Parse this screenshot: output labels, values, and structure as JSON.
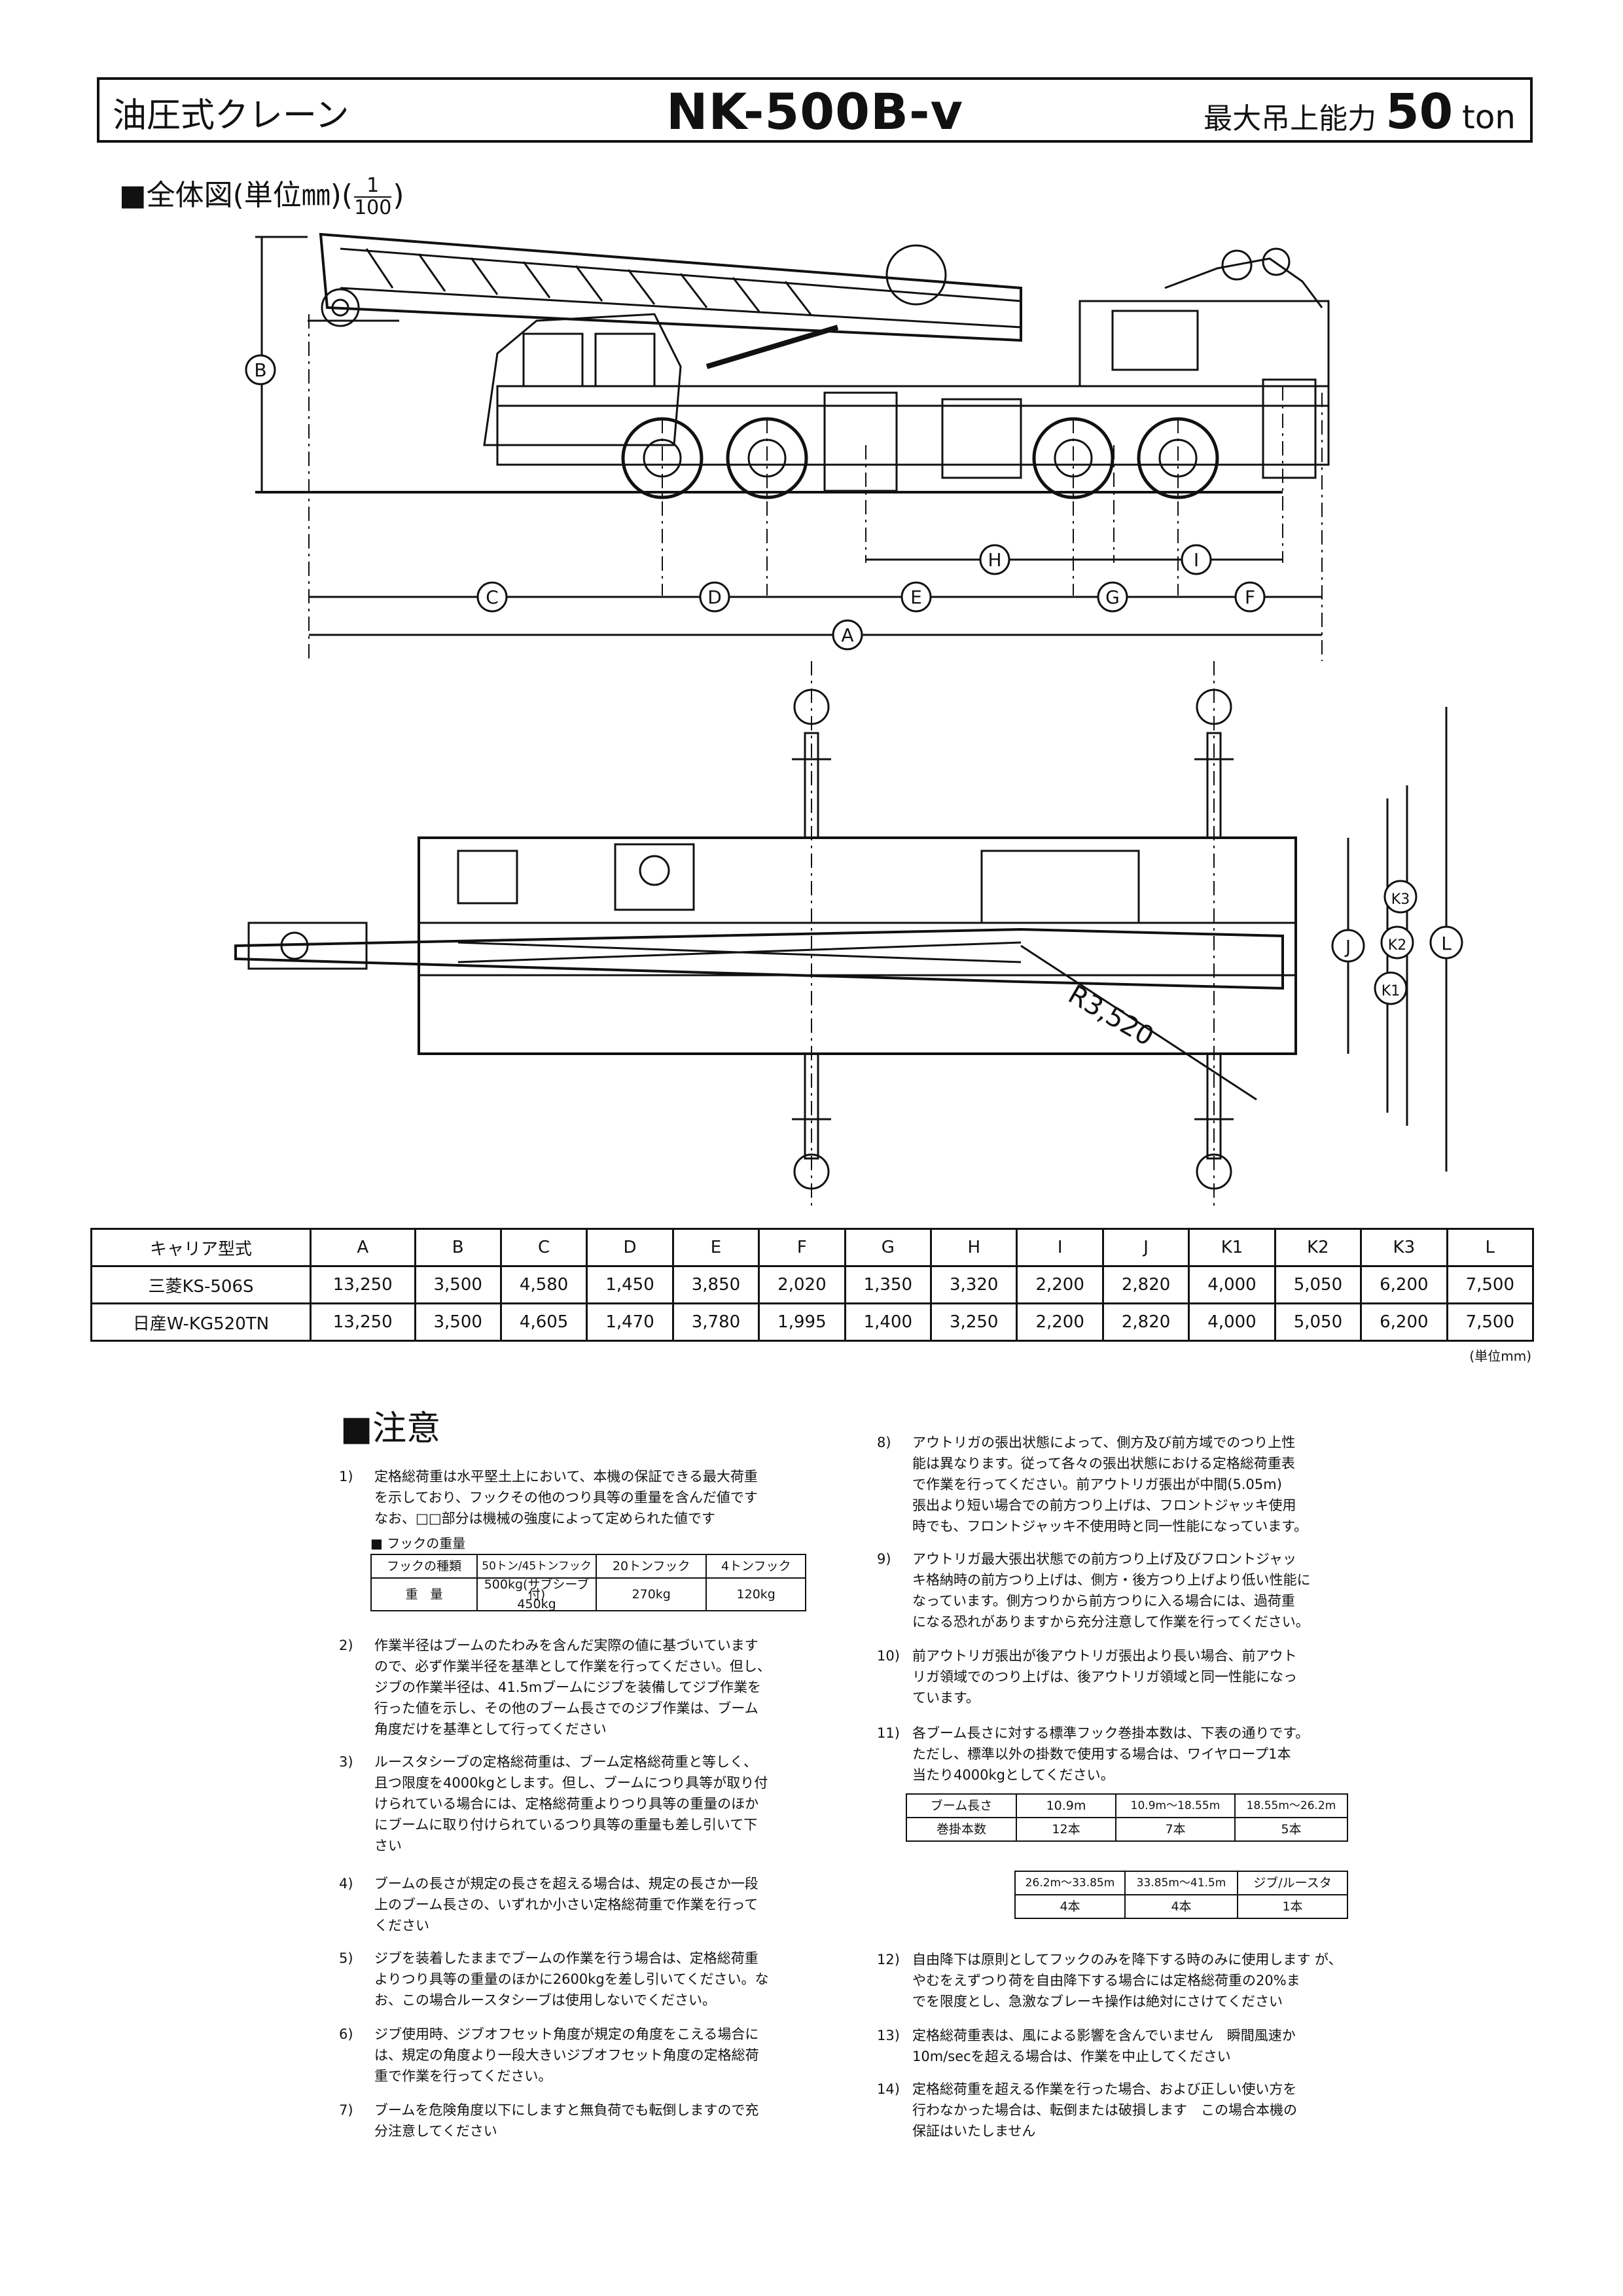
{
  "header": {
    "left": "油圧式クレーン",
    "model": "NK-500B-v",
    "capacity_label": "最大吊上能力",
    "capacity_value": "50",
    "capacity_unit": "ton"
  },
  "drawing": {
    "label": "■全体図(単位㎜)(",
    "scale_num": "1",
    "scale_den": "100",
    "label_end": ")",
    "dims_side": [
      "A",
      "B",
      "C",
      "D",
      "E",
      "F",
      "G",
      "H",
      "I"
    ],
    "dims_top": [
      "J",
      "K1",
      "K2",
      "K3",
      "L"
    ],
    "radius": "R3,520"
  },
  "spec_table": {
    "headers": [
      "キャリア型式",
      "A",
      "B",
      "C",
      "D",
      "E",
      "F",
      "G",
      "H",
      "I",
      "J",
      "K1",
      "K2",
      "K3",
      "L"
    ],
    "rows": [
      [
        "三菱KS-506S",
        "13,250",
        "3,500",
        "4,580",
        "1,450",
        "3,850",
        "2,020",
        "1,350",
        "3,320",
        "2,200",
        "2,820",
        "4,000",
        "5,050",
        "6,200",
        "7,500"
      ],
      [
        "日産W-KG520TN",
        "13,250",
        "3,500",
        "4,605",
        "1,470",
        "3,780",
        "1,995",
        "1,400",
        "3,250",
        "2,200",
        "2,820",
        "4,000",
        "5,050",
        "6,200",
        "7,500"
      ]
    ],
    "unit": "(単位mm)"
  },
  "notes": {
    "title": "■注意",
    "n1": {
      "num": "1)",
      "text": "定格総荷重は水平堅土上において、本機の保証できる最大荷重\nを示しており、フックその他のつり具等の重量を含んだ値です\nなお、□□部分は機械の強度によって定められた値です"
    },
    "hook_title": "■ フックの重量",
    "hook_table": {
      "headers": [
        "フックの種類",
        "50トン/45トンフック",
        "20トンフック",
        "4トンフック"
      ],
      "label": "重　量",
      "w1": "500kg(サブシーブ付)",
      "w1b": "450kg",
      "w2": "270kg",
      "w3": "120kg"
    },
    "n2": {
      "num": "2)",
      "text": "作業半径はブームのたわみを含んだ実際の値に基づいています\nので、必ず作業半径を基準として作業を行ってください。但し、\nジブの作業半径は、41.5mブームにジブを装備してジブ作業を\n行った値を示し、その他のブーム長さでのジブ作業は、ブーム\n角度だけを基準として行ってください"
    },
    "n3": {
      "num": "3)",
      "text": "ルースタシーブの定格総荷重は、ブーム定格総荷重と等しく、\n且つ限度を4000kgとします。但し、ブームにつり具等が取り付\nけられている場合には、定格総荷重よりつり具等の重量のほか\nにブームに取り付けられているつり具等の重量も差し引いて下\nさい"
    },
    "n4": {
      "num": "4)",
      "text": "ブームの長さが規定の長さを超える場合は、規定の長さか一段\n上のブーム長さの、いずれか小さい定格総荷重で作業を行って\nください"
    },
    "n5": {
      "num": "5)",
      "text": "ジブを装着したままでブームの作業を行う場合は、定格総荷重\nよりつり具等の重量のほかに2600kgを差し引いてください。な\nお、この場合ルースタシーブは使用しないでください。"
    },
    "n6": {
      "num": "6)",
      "text": "ジブ使用時、ジブオフセット角度が規定の角度をこえる場合に\nは、規定の角度より一段大きいジブオフセット角度の定格総荷\n重で作業を行ってください。"
    },
    "n7": {
      "num": "7)",
      "text": "ブームを危険角度以下にしますと無負荷でも転倒しますので充\n分注意してください"
    },
    "n8": {
      "num": "8)",
      "text": "アウトリガの張出状態によって、側方及び前方域でのつり上性\n能は異なります。従って各々の張出状態における定格総荷重表\nで作業を行ってください。前アウトリガ張出が中間(5.05m)\n張出より短い場合での前方つり上げは、フロントジャッキ使用\n時でも、フロントジャッキ不使用時と同一性能になっています。"
    },
    "n9": {
      "num": "9)",
      "text": "アウトリガ最大張出状態での前方つり上げ及びフロントジャッ\nキ格納時の前方つり上げは、側方・後方つり上げより低い性能に\nなっています。側方つりから前方つりに入る場合には、過荷重\nになる恐れがありますから充分注意して作業を行ってください。"
    },
    "n10": {
      "num": "10)",
      "text": "前アウトリガ張出が後アウトリガ張出より長い場合、前アウト\nリガ領域でのつり上げは、後アウトリガ領域と同一性能になっ\nています。"
    },
    "n11": {
      "num": "11)",
      "text": "各ブーム長さに対する標準フック巻掛本数は、下表の通りです。\nただし、標準以外の掛数で使用する場合は、ワイヤロープ1本\n当たり4000kgとしてください。"
    },
    "reeving1": {
      "headers": [
        "ブーム長さ",
        "10.9m",
        "10.9m～18.55m",
        "18.55m～26.2m"
      ],
      "row": [
        "巻掛本数",
        "12本",
        "7本",
        "5本"
      ]
    },
    "reeving2": {
      "headers": [
        "26.2m～33.85m",
        "33.85m～41.5m",
        "ジブ/ルースタ"
      ],
      "row": [
        "4本",
        "4本",
        "1本"
      ]
    },
    "n12": {
      "num": "12)",
      "text": "自由降下は原則としてフックのみを降下する時のみに使用します が、\nやむをえずつり荷を自由降下する場合には定格総荷重の20%ま\nでを限度とし、急激なブレーキ操作は絶対にさけてください"
    },
    "n13": {
      "num": "13)",
      "text": "定格総荷重表は、風による影響を含んでいません　瞬間風速か\n10m/secを超える場合は、作業を中止してください"
    },
    "n14": {
      "num": "14)",
      "text": "定格総荷重を超える作業を行った場合、および正しい使い方を\n行わなかった場合は、転倒または破損します　この場合本機の\n保証はいたしません"
    }
  }
}
